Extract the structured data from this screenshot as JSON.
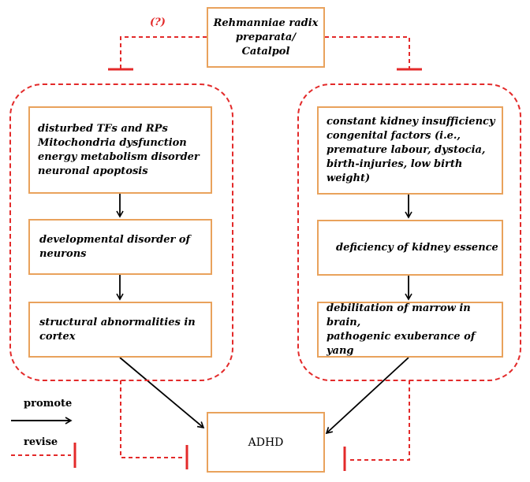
{
  "top": {
    "lines": [
      "Rehmanniae radix",
      "preparata/",
      "Catalpol"
    ],
    "question_mark": "(?)"
  },
  "left": {
    "box1": [
      "disturbed TFs and RPs",
      "Mitochondria dysfunction",
      "energy metabolism disorder",
      "neuronal apoptosis"
    ],
    "box2": [
      "developmental disorder of",
      "neurons"
    ],
    "box3": [
      "structural abnormalities in",
      "cortex"
    ]
  },
  "right": {
    "box1": [
      "constant kidney insufficiency",
      "congenital factors (i.e.,",
      "premature labour, dystocia,",
      "birth-injuries, low birth weight)"
    ],
    "box2": [
      "deficiency of kidney essence"
    ],
    "box3": [
      "debilitation of marrow in brain,",
      "pathogenic exuberance of yang"
    ]
  },
  "outcome": {
    "label": "ADHD"
  },
  "legend": {
    "promote": "promote",
    "revise": "revise"
  },
  "colors": {
    "box_border": "#e9a25c",
    "inhibit": "#e32a2a",
    "arrow": "#000000"
  }
}
